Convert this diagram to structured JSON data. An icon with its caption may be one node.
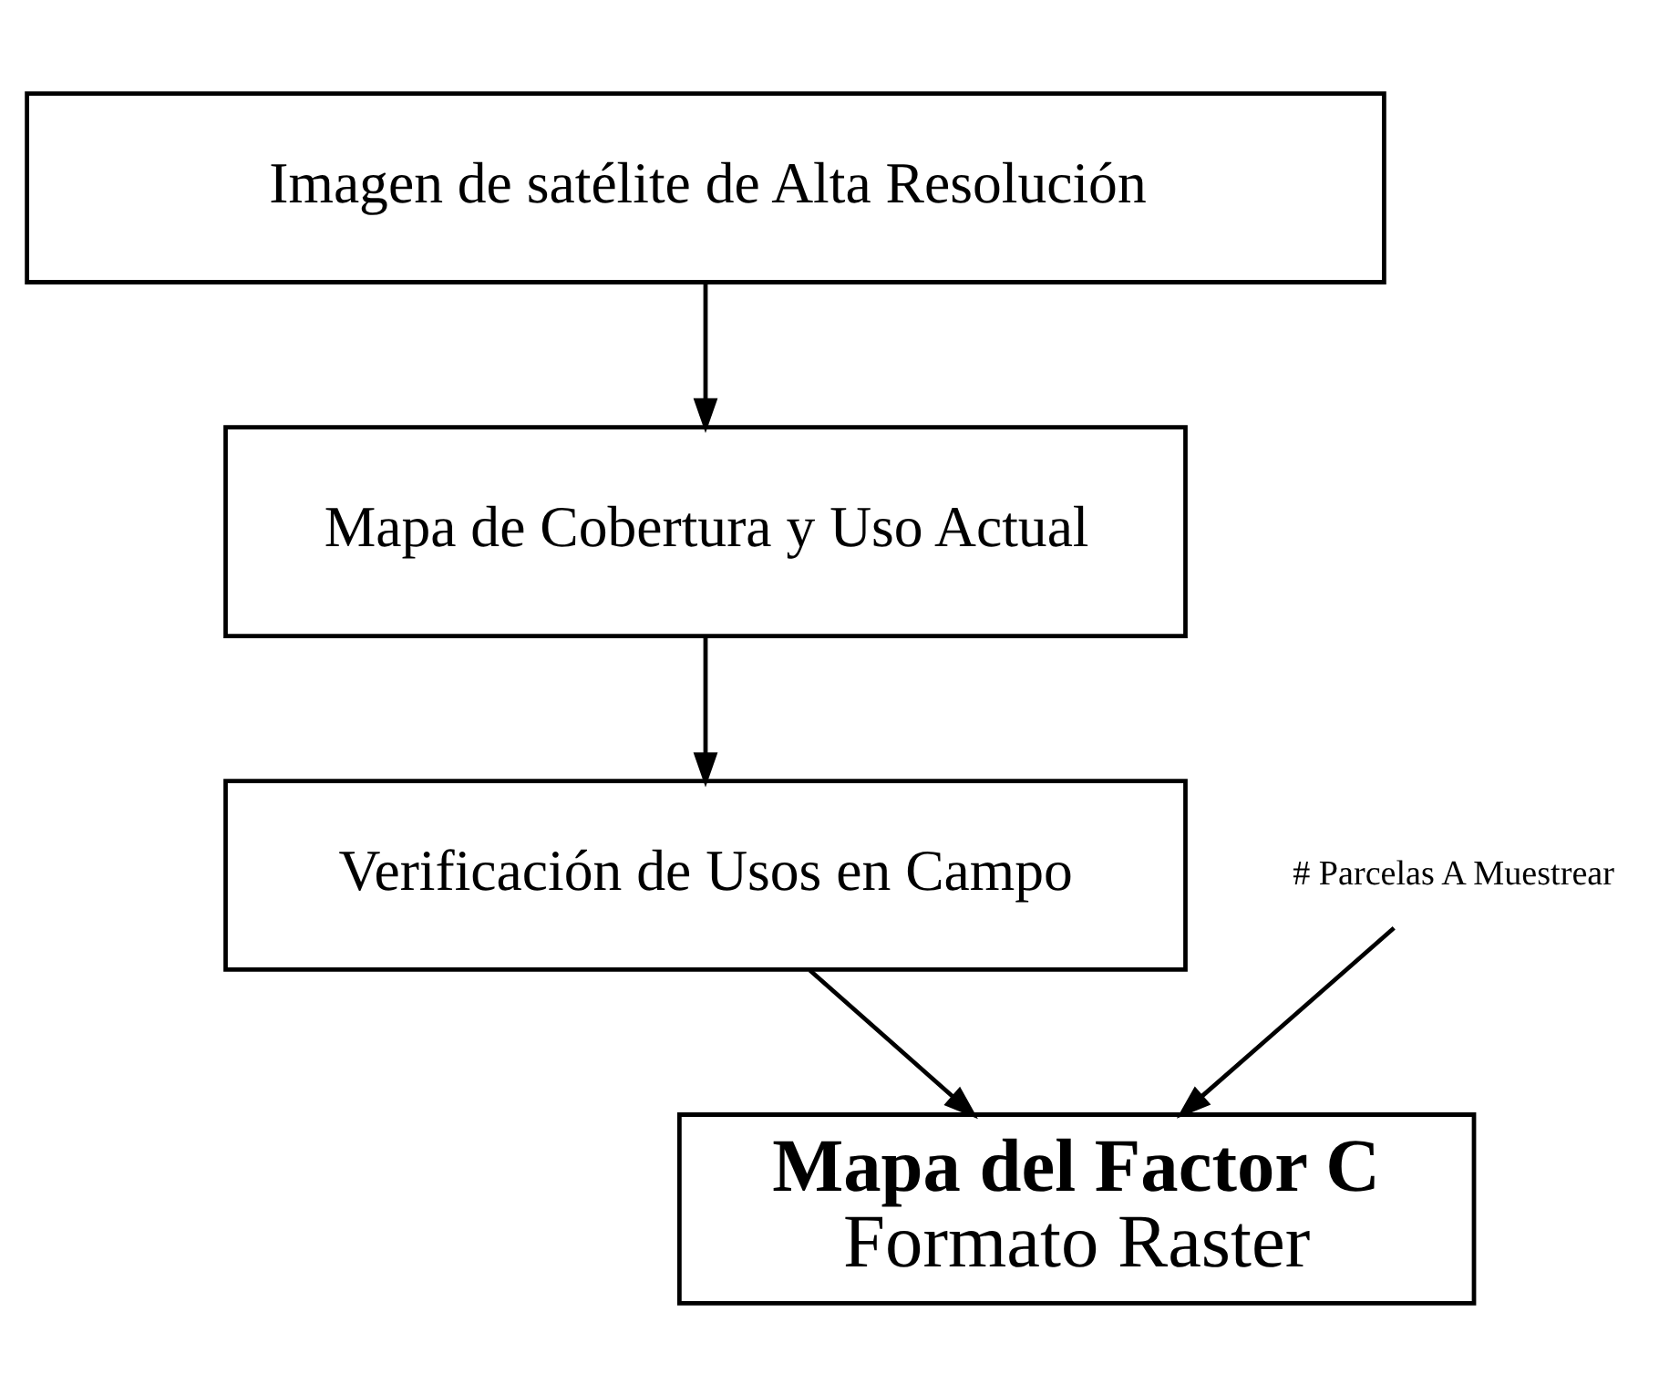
{
  "diagram": {
    "nodes": [
      {
        "text": [
          "Imagen de satélite de Alta Resolución"
        ]
      },
      {
        "text": [
          "Mapa de Cobertura y Uso Actual"
        ]
      },
      {
        "text": [
          "Verificación de Usos en Campo"
        ]
      },
      {
        "text": [
          "# Parcelas A Muestrear"
        ]
      },
      {
        "text": [
          "Mapa del Factor C",
          "Formato Raster"
        ]
      }
    ],
    "edges": [
      {
        "from": 0,
        "to": 1,
        "arrow": "to"
      },
      {
        "from": 1,
        "to": 2,
        "arrow": "to"
      },
      {
        "from": 2,
        "to": 4,
        "arrow": "to"
      },
      {
        "from": 3,
        "to": 4,
        "arrow": "to"
      }
    ]
  }
}
